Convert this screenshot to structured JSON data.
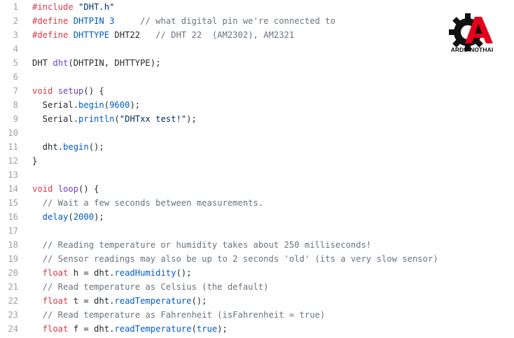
{
  "logo": {
    "text": "ARDUINOTHAI",
    "icon": "gear-a-logo",
    "colors": {
      "red": "#e3001b",
      "black": "#111111"
    }
  },
  "code_lines": [
    {
      "n": "1",
      "tokens": [
        {
          "t": "kw",
          "v": "#include "
        },
        {
          "t": "str",
          "v": "\"DHT.h\""
        }
      ]
    },
    {
      "n": "2",
      "tokens": [
        {
          "t": "kw",
          "v": "#define "
        },
        {
          "t": "num",
          "v": "DHTPIN 3"
        },
        {
          "t": "cm",
          "v": "     // what digital pin we're connected to"
        }
      ]
    },
    {
      "n": "3",
      "tokens": [
        {
          "t": "kw",
          "v": "#define "
        },
        {
          "t": "num",
          "v": "DHTTYPE"
        },
        {
          "t": "pl",
          "v": " DHT22"
        },
        {
          "t": "cm",
          "v": "   // DHT 22  (AM2302), AM2321"
        }
      ]
    },
    {
      "n": "4",
      "tokens": []
    },
    {
      "n": "5",
      "tokens": [
        {
          "t": "pl",
          "v": "DHT "
        },
        {
          "t": "fn",
          "v": "dht"
        },
        {
          "t": "pl",
          "v": "(DHTPIN, DHTTYPE);"
        }
      ]
    },
    {
      "n": "6",
      "tokens": []
    },
    {
      "n": "7",
      "tokens": [
        {
          "t": "kw",
          "v": "void "
        },
        {
          "t": "fn",
          "v": "setup"
        },
        {
          "t": "pl",
          "v": "() {"
        }
      ]
    },
    {
      "n": "8",
      "tokens": [
        {
          "t": "pl",
          "v": "  Serial."
        },
        {
          "t": "num",
          "v": "begin"
        },
        {
          "t": "pl",
          "v": "("
        },
        {
          "t": "num",
          "v": "9600"
        },
        {
          "t": "pl",
          "v": ");"
        }
      ]
    },
    {
      "n": "9",
      "tokens": [
        {
          "t": "pl",
          "v": "  Serial."
        },
        {
          "t": "num",
          "v": "println"
        },
        {
          "t": "pl",
          "v": "("
        },
        {
          "t": "str",
          "v": "\"DHTxx test!\""
        },
        {
          "t": "pl",
          "v": ");"
        }
      ]
    },
    {
      "n": "10",
      "tokens": []
    },
    {
      "n": "11",
      "tokens": [
        {
          "t": "pl",
          "v": "  dht."
        },
        {
          "t": "num",
          "v": "begin"
        },
        {
          "t": "pl",
          "v": "();"
        }
      ]
    },
    {
      "n": "12",
      "tokens": [
        {
          "t": "pl",
          "v": "}"
        }
      ]
    },
    {
      "n": "13",
      "tokens": []
    },
    {
      "n": "14",
      "tokens": [
        {
          "t": "kw",
          "v": "void "
        },
        {
          "t": "fn",
          "v": "loop"
        },
        {
          "t": "pl",
          "v": "() {"
        }
      ]
    },
    {
      "n": "15",
      "tokens": [
        {
          "t": "cm",
          "v": "  // Wait a few seconds between measurements."
        }
      ]
    },
    {
      "n": "16",
      "tokens": [
        {
          "t": "num",
          "v": "  delay"
        },
        {
          "t": "pl",
          "v": "("
        },
        {
          "t": "num",
          "v": "2000"
        },
        {
          "t": "pl",
          "v": ");"
        }
      ]
    },
    {
      "n": "17",
      "tokens": []
    },
    {
      "n": "18",
      "tokens": [
        {
          "t": "cm",
          "v": "  // Reading temperature or humidity takes about 250 milliseconds!"
        }
      ]
    },
    {
      "n": "19",
      "tokens": [
        {
          "t": "cm",
          "v": "  // Sensor readings may also be up to 2 seconds 'old' (its a very slow sensor)"
        }
      ]
    },
    {
      "n": "20",
      "tokens": [
        {
          "t": "kw",
          "v": "  float "
        },
        {
          "t": "pl",
          "v": "h = dht."
        },
        {
          "t": "num",
          "v": "readHumidity"
        },
        {
          "t": "pl",
          "v": "();"
        }
      ]
    },
    {
      "n": "21",
      "tokens": [
        {
          "t": "cm",
          "v": "  // Read temperature as Celsius (the default)"
        }
      ]
    },
    {
      "n": "22",
      "tokens": [
        {
          "t": "kw",
          "v": "  float "
        },
        {
          "t": "pl",
          "v": "t = dht."
        },
        {
          "t": "num",
          "v": "readTemperature"
        },
        {
          "t": "pl",
          "v": "();"
        }
      ]
    },
    {
      "n": "23",
      "tokens": [
        {
          "t": "cm",
          "v": "  // Read temperature as Fahrenheit (isFahrenheit = true)"
        }
      ]
    },
    {
      "n": "24",
      "tokens": [
        {
          "t": "kw",
          "v": "  float "
        },
        {
          "t": "pl",
          "v": "f = dht."
        },
        {
          "t": "num",
          "v": "readTemperature"
        },
        {
          "t": "pl",
          "v": "("
        },
        {
          "t": "num",
          "v": "true"
        },
        {
          "t": "pl",
          "v": ");"
        }
      ]
    }
  ]
}
